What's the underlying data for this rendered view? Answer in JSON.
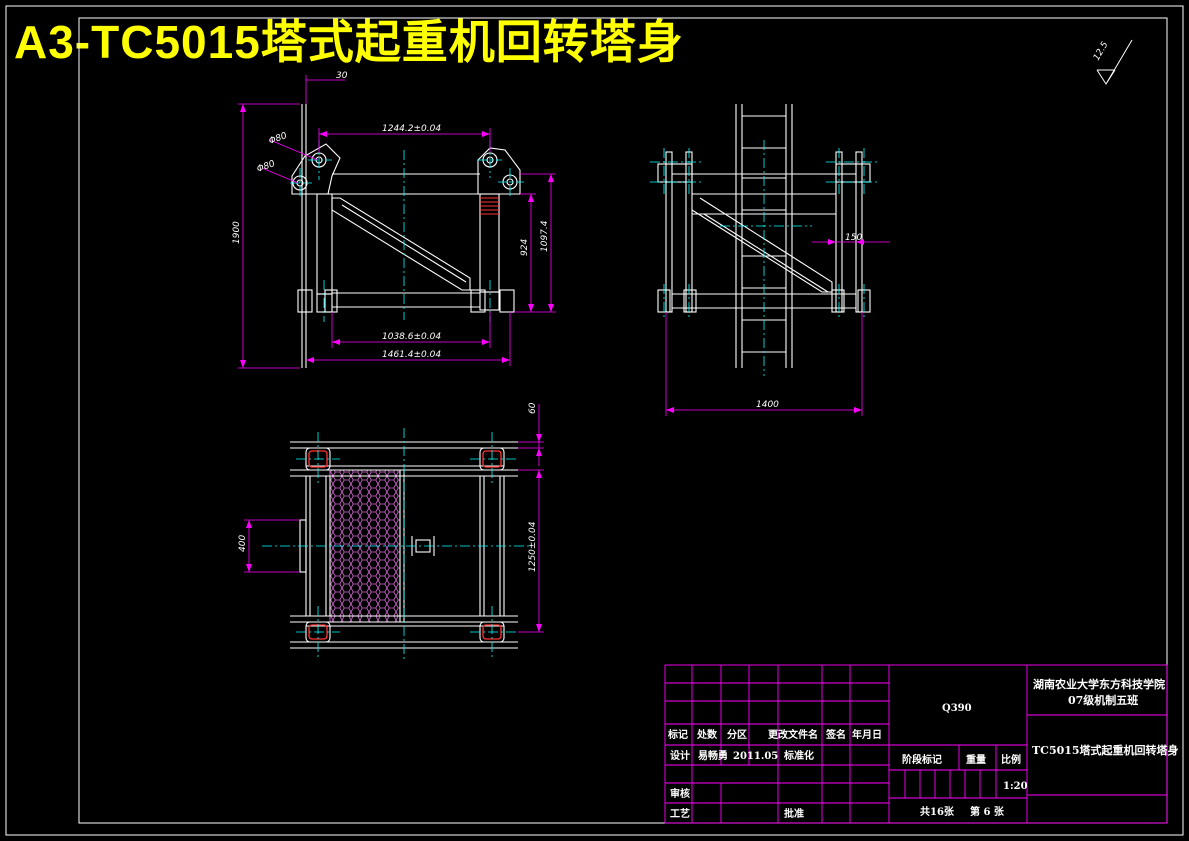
{
  "drawing": {
    "title": "A3-TC5015塔式起重机回转塔身",
    "roughness": "12.5",
    "colors": {
      "background": "#000000",
      "frame": "#ffffff",
      "dimension": "#ff00ff",
      "centerline": "#00ffff",
      "title": "#ffff00",
      "hatch": "#cc66cc",
      "weld": "#ff3333"
    }
  },
  "front_view": {
    "dims": {
      "top": "30",
      "pin1": "Φ80",
      "pin2": "Φ80",
      "span_top": "1244.2±0.04",
      "height_total": "1900",
      "height_mid": "924",
      "height_right": "1097.4",
      "span_bottom": "1038.6±0.04",
      "span_overall": "1461.4±0.04"
    }
  },
  "side_view": {
    "dims": {
      "width": "1400",
      "offset": "150"
    }
  },
  "top_view": {
    "dims": {
      "top_gap": "60",
      "side": "1250±0.04",
      "left": "400"
    }
  },
  "title_block": {
    "material": "Q390",
    "school": "湖南农业大学东方科技学院",
    "class": "07级机制五班",
    "part_name": "TC5015塔式起重机回转塔身",
    "headers": [
      "标记",
      "处数",
      "分区",
      "更改文件名",
      "签名",
      "年月日"
    ],
    "design_label": "设计",
    "designer": "易畅勇",
    "date": "2011.05",
    "standard_label": "标准化",
    "review_label": "审核",
    "process_label": "工艺",
    "approve_label": "批准",
    "stage_label": "阶段标记",
    "weight_label": "重量",
    "scale_label": "比例",
    "scale": "1:20",
    "sheets_total": "共16张",
    "sheet_no": "第 6 张"
  }
}
